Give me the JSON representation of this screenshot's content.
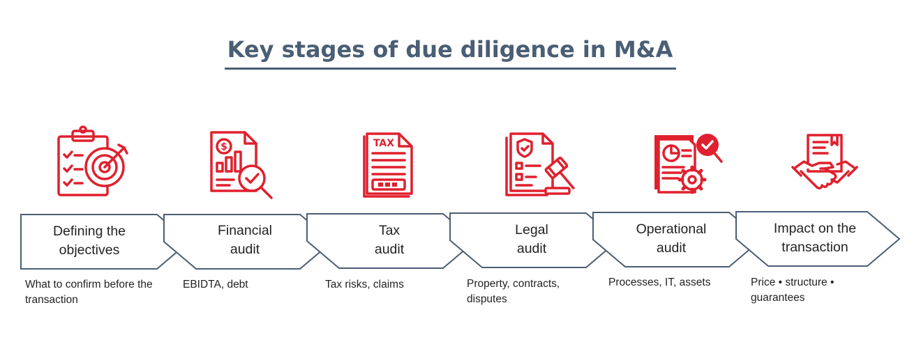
{
  "title": "Key stages of due diligence in M&A",
  "colors": {
    "title": "#4a5e74",
    "icon_red": "#e0202e",
    "arrow_stroke": "#4a5e74",
    "text": "#222222"
  },
  "stages": [
    {
      "line1": "Defining the",
      "line2": "objectives",
      "description": "What to confirm before the transaction",
      "icon": "clipboard-target-icon"
    },
    {
      "line1": "Financial",
      "line2": "audit",
      "description": "EBIDTA, debt",
      "icon": "financial-report-magnifier-icon"
    },
    {
      "line1": "Tax",
      "line2": "audit",
      "description": "Tax risks, claims",
      "icon": "tax-document-icon",
      "icon_text": "TAX"
    },
    {
      "line1": "Legal",
      "line2": "audit",
      "description": "Property, contracts, disputes",
      "icon": "legal-document-gavel-icon"
    },
    {
      "line1": "Operational",
      "line2": "audit",
      "description": "Processes, IT, assets",
      "icon": "operations-report-gear-icon"
    },
    {
      "line1": "Impact on the",
      "line2": "transaction",
      "description": "Price • structure • guarantees",
      "icon": "handshake-contract-icon"
    }
  ]
}
